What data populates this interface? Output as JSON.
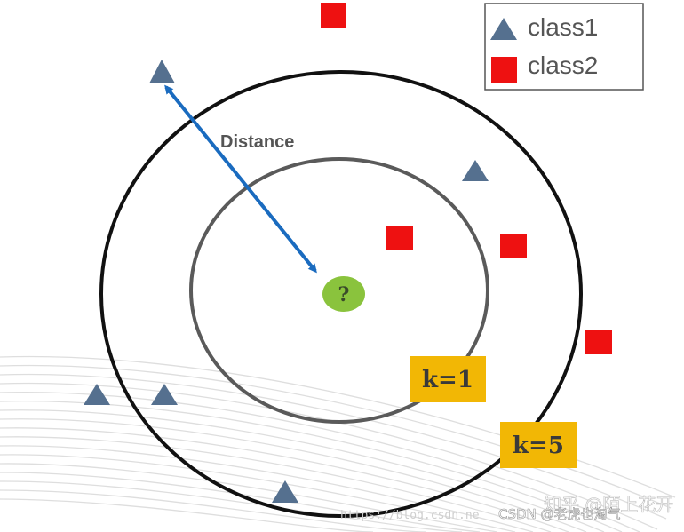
{
  "legend": {
    "items": [
      {
        "label": "class1",
        "marker": "triangle",
        "color": "#55708f"
      },
      {
        "label": "class2",
        "marker": "square",
        "color": "#ee1111"
      }
    ]
  },
  "distance_label": "Distance",
  "query_label": "?",
  "k_labels": {
    "inner": "k=1",
    "outer": "k=5"
  },
  "watermarks": {
    "url": "https://blog.csdn.ne",
    "zhihu": "知乎 @陌上花开",
    "csdn": "CSDN @老虎也淘气"
  },
  "colors": {
    "class1": "#55708f",
    "class2": "#ee1111",
    "query": "#8ac33d",
    "arrow": "#1a6bbf",
    "k_box": "#f2b705",
    "outer_circle": "#111111",
    "inner_circle": "#5a5a5a"
  }
}
